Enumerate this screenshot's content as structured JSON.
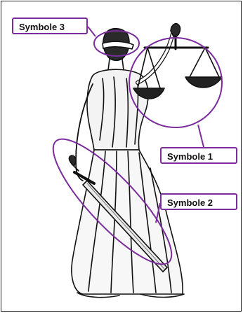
{
  "figure": {
    "subject": "statue-of-justice",
    "annotations": {
      "symbol_3": "Symbole 3",
      "symbol_1": "Symbole 1",
      "symbol_2": "Symbole 2"
    },
    "colors": {
      "accent": "#7b2c9d",
      "ink": "#111111",
      "background": "#ffffff"
    }
  }
}
